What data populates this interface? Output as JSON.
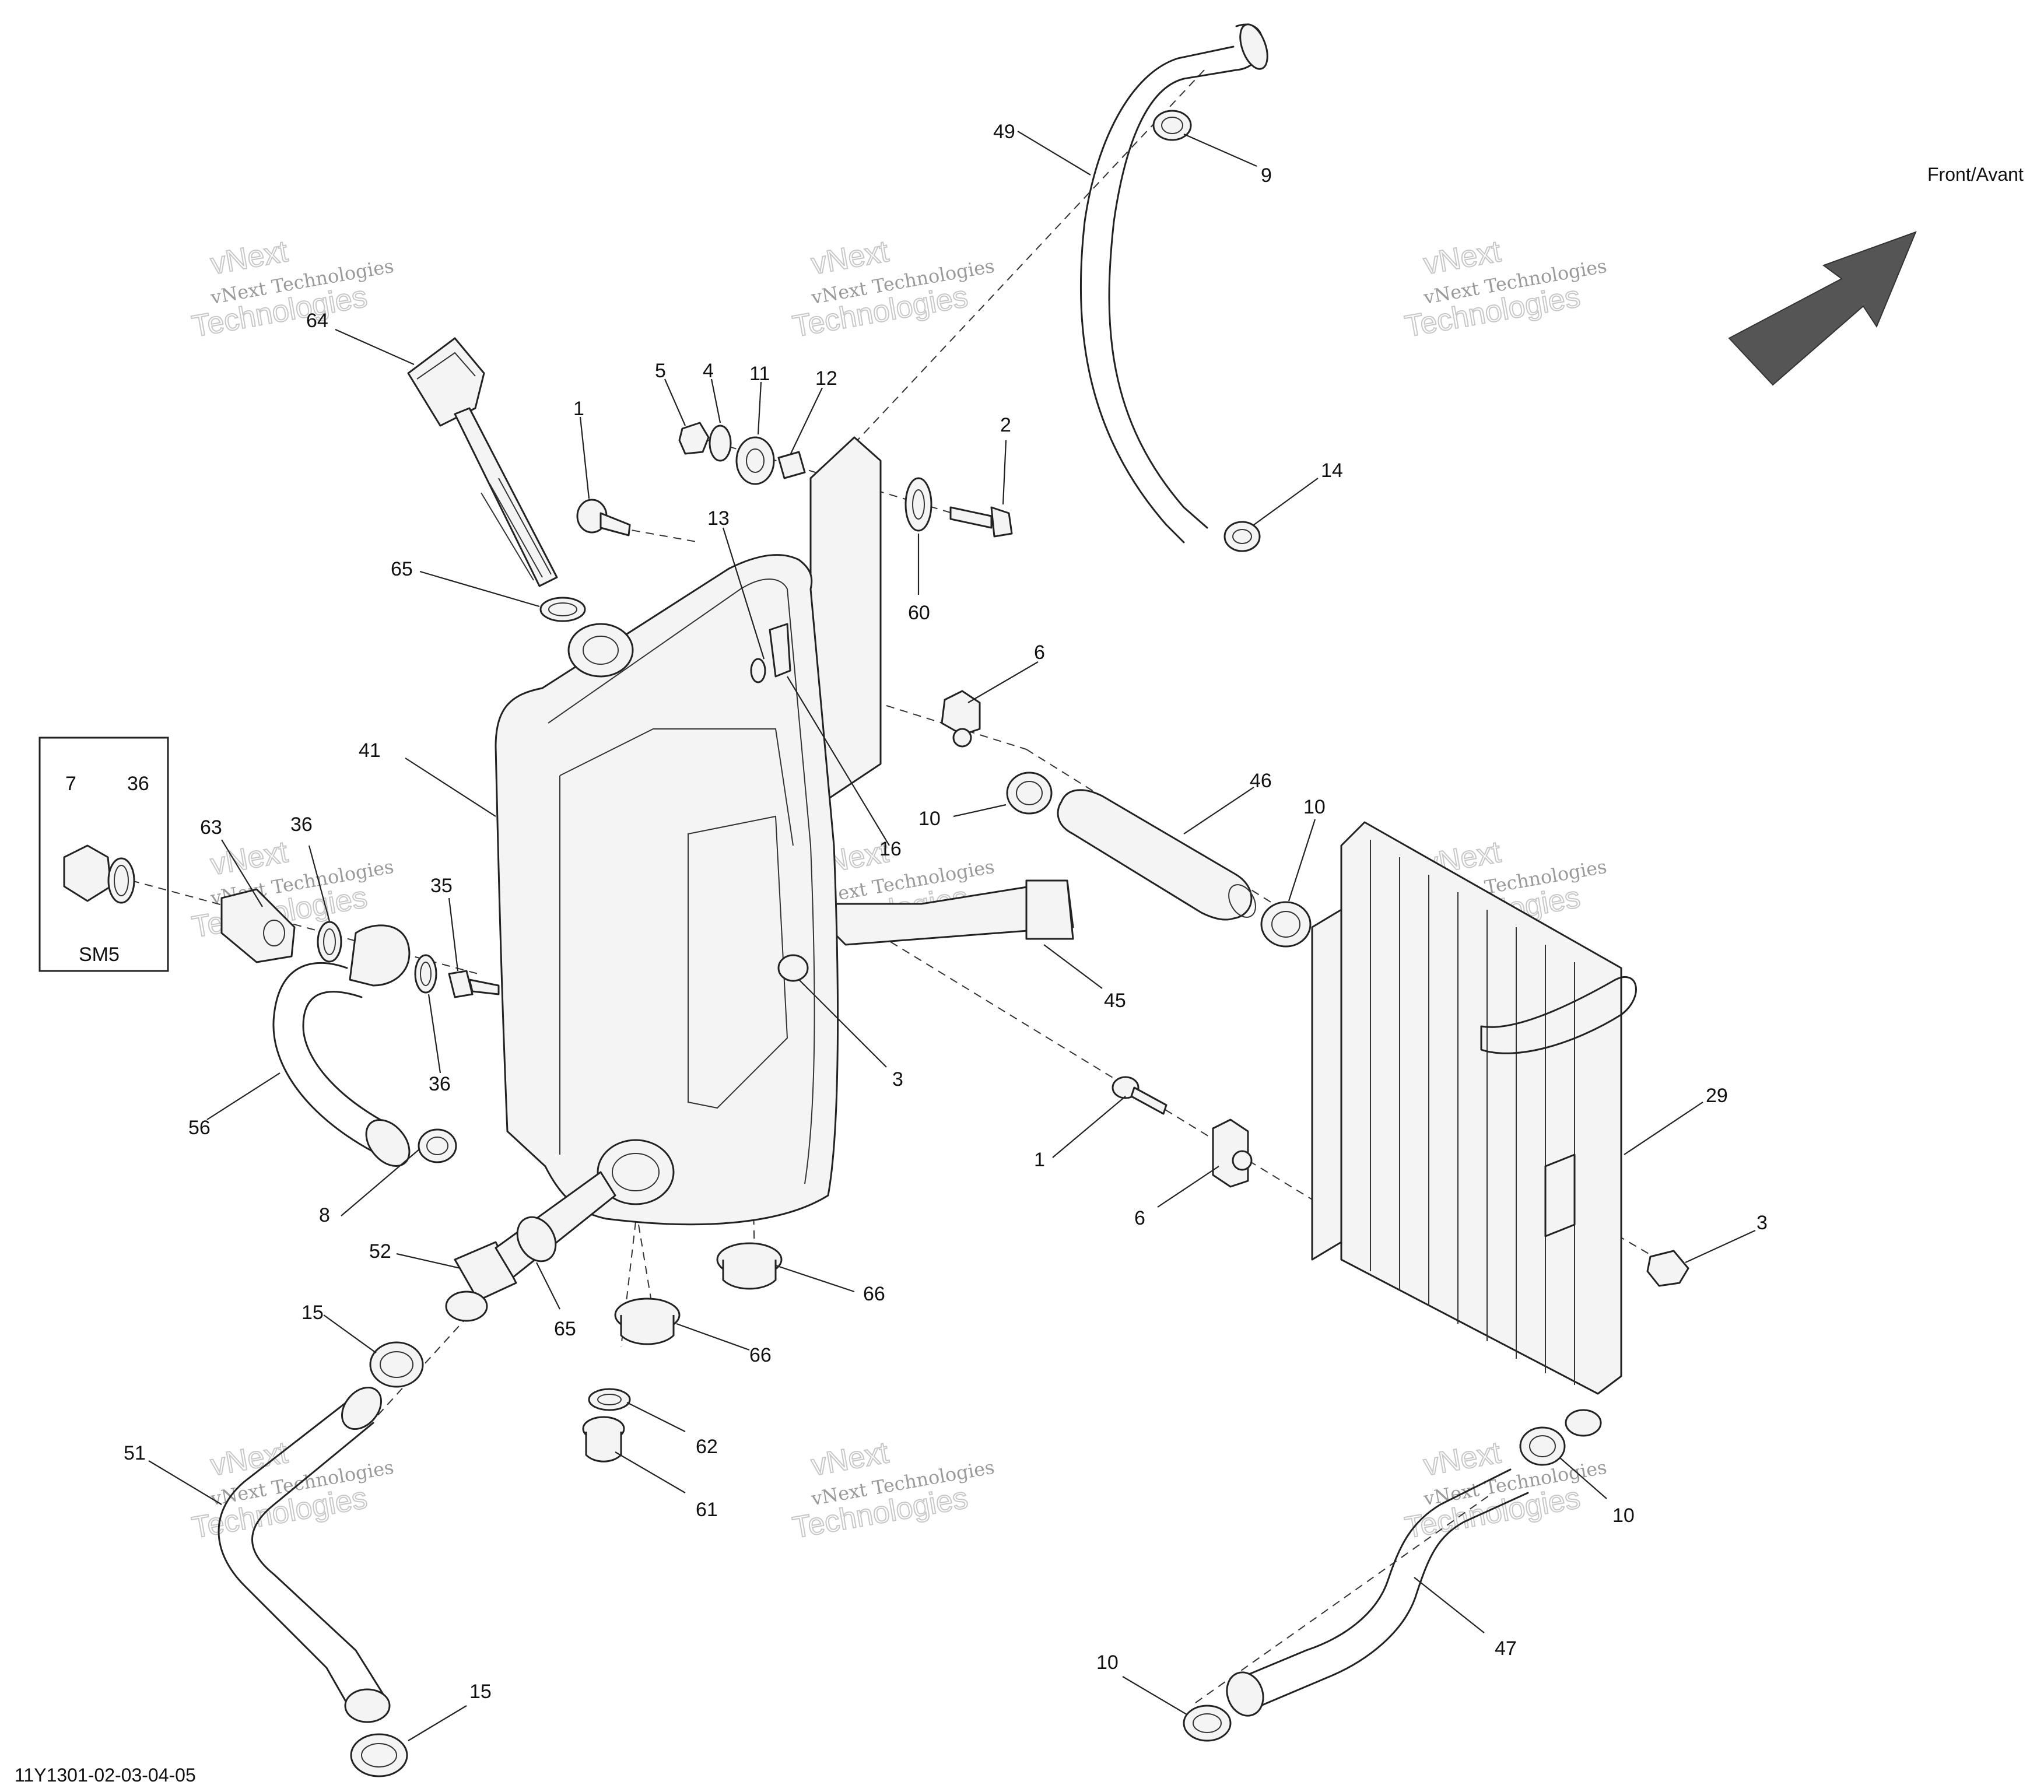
{
  "direction_label": "Front/Avant",
  "drawing_number": "11Y1301-02-03-04-05",
  "kit_label": "SM5",
  "watermark": {
    "line1": "vNext Technologies",
    "line2": "vNext",
    "line3": "Technologies"
  },
  "callouts": [
    "49",
    "9",
    "14",
    "64",
    "65",
    "5",
    "4",
    "11",
    "12",
    "1",
    "2",
    "60",
    "13",
    "41",
    "6",
    "7",
    "36",
    "63",
    "36",
    "35",
    "10",
    "46",
    "10",
    "16",
    "45",
    "3",
    "36",
    "56",
    "29",
    "8",
    "1",
    "6",
    "3",
    "52",
    "65",
    "66",
    "66",
    "15",
    "62",
    "61",
    "51",
    "10",
    "47",
    "10",
    "15"
  ],
  "colors": {
    "arrow": "#555555",
    "line": "#222222",
    "watermark": "#c8c8c8"
  }
}
